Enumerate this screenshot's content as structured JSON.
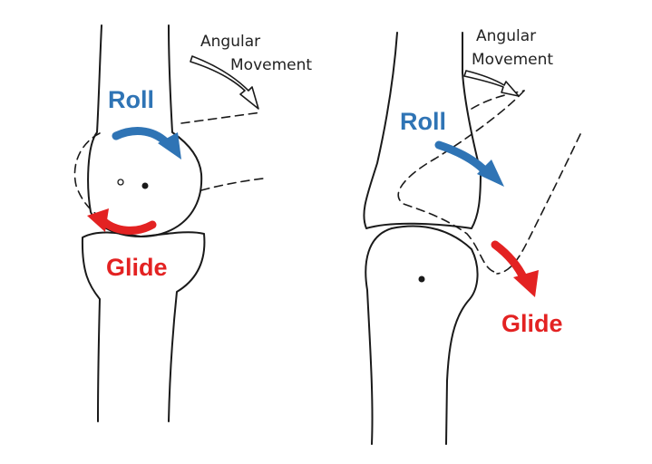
{
  "colors": {
    "roll": "#2f74b5",
    "glide": "#e32222",
    "ink": "#1a1a1a"
  },
  "left_panel": {
    "angular_line1": "Angular",
    "angular_line2": "Movement",
    "roll_label": "Roll",
    "glide_label": "Glide"
  },
  "right_panel": {
    "angular_line1": "Angular",
    "angular_line2": "Movement",
    "roll_label": "Roll",
    "glide_label": "Glide"
  }
}
